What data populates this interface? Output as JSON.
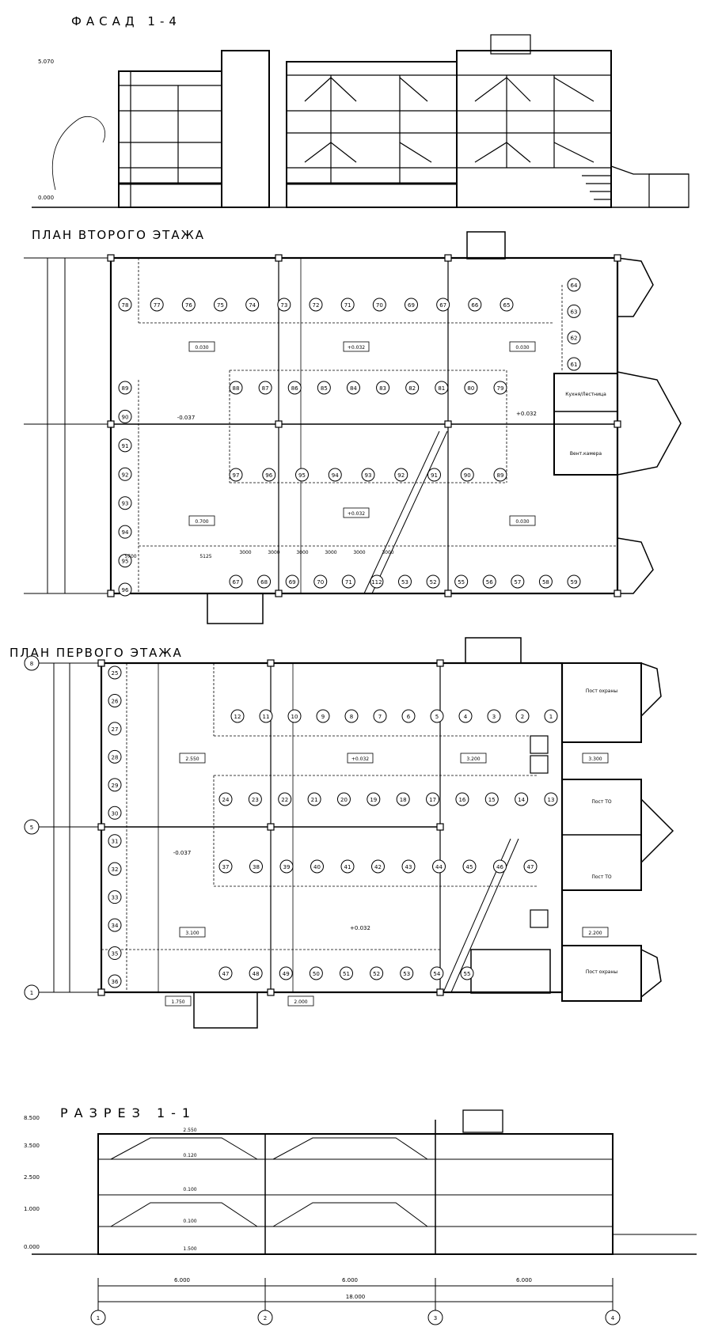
{
  "titles": {
    "facade": "ФАСАД 1-4",
    "plan2": "ПЛАН ВТОРОГО ЭТАЖА",
    "plan1": "ПЛАН ПЕРВОГО ЭТАЖА",
    "section": "РАЗРЕЗ 1-1"
  },
  "facade": {
    "elev_top": "5.070",
    "elev_ground": "0.000"
  },
  "plan2": {
    "ramp_levels": [
      "0.030",
      "+0.032",
      "0.030",
      "0.700",
      "+0.032",
      "0.030"
    ],
    "side_level": "-0.037",
    "right_level": "+0.032",
    "dims": [
      "3000",
      "3000",
      "3000",
      "3000",
      "3000",
      "3000",
      "5125",
      "5700"
    ],
    "row1": [
      "78",
      "77",
      "76",
      "75",
      "74",
      "73",
      "72",
      "71",
      "70",
      "69",
      "67",
      "66",
      "65"
    ],
    "row2": [
      "88",
      "87",
      "86",
      "85",
      "84",
      "83",
      "82",
      "81",
      "80",
      "79"
    ],
    "row3": [
      "97",
      "96",
      "95",
      "94",
      "93",
      "92",
      "91",
      "90",
      "89"
    ],
    "row4": [
      "67",
      "68",
      "69",
      "70",
      "71",
      "112",
      "53",
      "52",
      "55",
      "56",
      "57",
      "58",
      "59"
    ],
    "left_col": [
      "89",
      "90",
      "91",
      "92",
      "93",
      "94",
      "95",
      "96"
    ],
    "right_col": [
      "64",
      "63",
      "62",
      "61"
    ],
    "rooms": [
      "Кухня/Лестница",
      "Вент.камера"
    ]
  },
  "plan1": {
    "axes": [
      "8",
      "5",
      "1"
    ],
    "levels": [
      "2.550",
      "+0.032",
      "3.200",
      "3.300",
      "-0.037",
      "3.100",
      "+0.032",
      "2.200"
    ],
    "row1": [
      "12",
      "11",
      "10",
      "9",
      "8",
      "7",
      "6",
      "5",
      "4",
      "3",
      "2",
      "1"
    ],
    "row2": [
      "24",
      "23",
      "22",
      "21",
      "20",
      "19",
      "18",
      "17",
      "16",
      "15",
      "14",
      "13"
    ],
    "row3": [
      "37",
      "38",
      "39",
      "40",
      "41",
      "42",
      "43",
      "44",
      "45",
      "46",
      "47"
    ],
    "row4": [
      "47",
      "48",
      "49",
      "50",
      "51",
      "52",
      "53",
      "54",
      "55"
    ],
    "left_col": [
      "25",
      "26",
      "27",
      "28",
      "29",
      "30",
      "31",
      "32",
      "33",
      "34",
      "35",
      "36"
    ],
    "entry_dims": [
      "1.750",
      "2.000"
    ],
    "rooms": [
      "Пост охраны",
      "Пост ТО",
      "Пост ТО",
      "Пост охраны"
    ]
  },
  "section": {
    "levels": [
      "8.500",
      "3.500",
      "2.500",
      "1.000",
      "0.000"
    ],
    "slab_marks": [
      "2.550",
      "0.120",
      "0.100",
      "0.100",
      "1.500"
    ],
    "spans": [
      "6.000",
      "6.000",
      "6.000"
    ],
    "total": "18.000",
    "axes": [
      "1",
      "2",
      "3",
      "4"
    ]
  }
}
